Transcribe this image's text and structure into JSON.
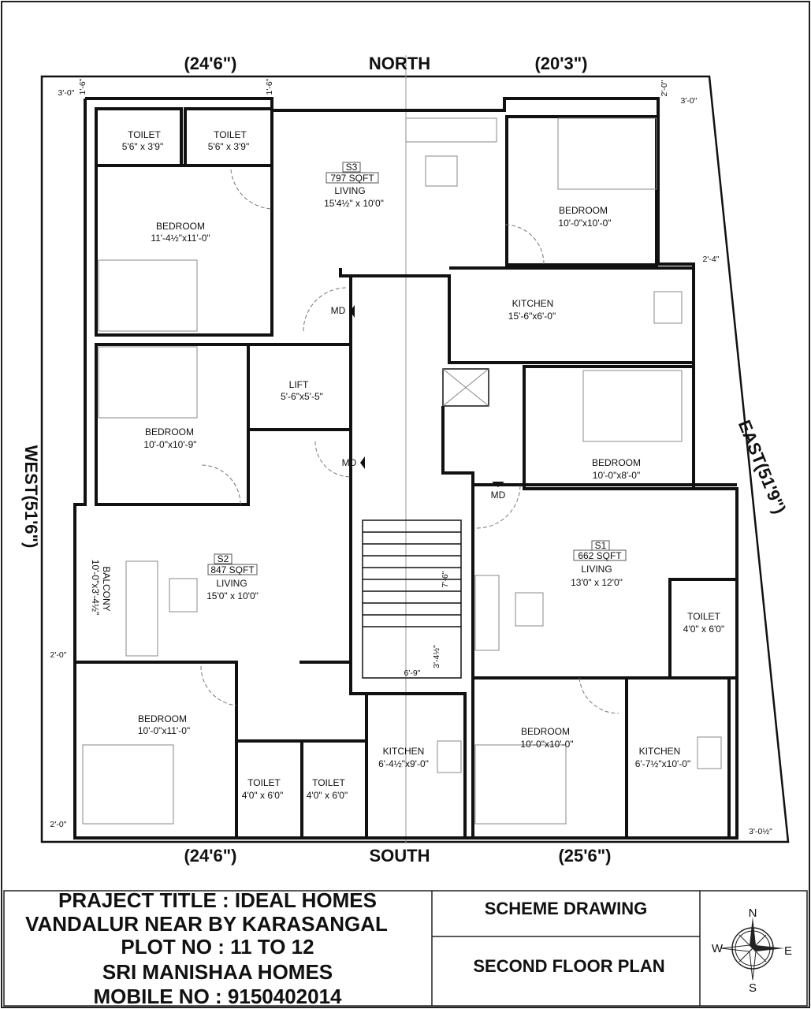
{
  "directions": {
    "north": "NORTH",
    "south": "SOUTH",
    "west": "WEST(51'6\")",
    "east": "EAST(51'9\")",
    "top_left_width": "(24'6\")",
    "top_right_width": "(20'3\")",
    "bottom_left_width": "(24'6\")",
    "bottom_right_width": "(25'6\")"
  },
  "setbacks": {
    "nw_side": "3'-0\"",
    "nw_front": "1'-6\"",
    "n_mid": "1'-6\"",
    "ne_front": "2'-0\"",
    "ne_side": "3'-0\"",
    "e_mid": "2'-4\"",
    "w_mid": "2'-0\"",
    "w_bottom": "2'-0\"",
    "se_side": "3'-0½\""
  },
  "units": {
    "s3": {
      "name": "S3",
      "area": "797 SQFT",
      "living": "LIVING",
      "living_size": "15'4½\" x 10'0\""
    },
    "s2": {
      "name": "S2",
      "area": "847 SQFT",
      "living": "LIVING",
      "living_size": "15'0\" x 10'0\""
    },
    "s1": {
      "name": "S1",
      "area": "662 SQFT",
      "living": "LIVING",
      "living_size": "13'0\" x 12'0\""
    }
  },
  "rooms": {
    "toilet_nw1": {
      "label": "TOILET",
      "size": "5'6\" x 3'9\""
    },
    "toilet_nw2": {
      "label": "TOILET",
      "size": "5'6\" x 3'9\""
    },
    "bedroom_nw": {
      "label": "BEDROOM",
      "size": "11'-4½\"x11'-0\""
    },
    "bedroom_ne": {
      "label": "BEDROOM",
      "size": "10'-0\"x10'-0\""
    },
    "kitchen_ne": {
      "label": "KITCHEN",
      "size": "15'-6\"x6'-0\""
    },
    "lift": {
      "label": "LIFT",
      "size": "5'-6\"x5'-5\""
    },
    "bedroom_w": {
      "label": "BEDROOM",
      "size": "10'-0\"x10'-9\""
    },
    "bedroom_e": {
      "label": "BEDROOM",
      "size": "10'-0\"x8'-0\""
    },
    "balcony": {
      "label": "BALCONY",
      "size": "10'-0\"x3'-4½\""
    },
    "toilet_e": {
      "label": "TOILET",
      "size": "4'0\" x 6'0\""
    },
    "bedroom_sw": {
      "label": "BEDROOM",
      "size": "10'-0\"x11'-0\""
    },
    "toilet_s1": {
      "label": "TOILET",
      "size": "4'0\" x 6'0\""
    },
    "toilet_s2": {
      "label": "TOILET",
      "size": "4'0\" x 6'0\""
    },
    "kitchen_s": {
      "label": "KITCHEN",
      "size": "6'-4½\"x9'-0\""
    },
    "bedroom_s": {
      "label": "BEDROOM",
      "size": "10'-0\"x10'-0\""
    },
    "kitchen_se": {
      "label": "KITCHEN",
      "size": "6'-7½\"x10'-0\""
    }
  },
  "stair": {
    "length": "7'-6\"",
    "landing": "3'-4½\"",
    "width": "6'-9\""
  },
  "main_door_label": "MD",
  "title_block": {
    "lines": [
      "PRAJECT TITLE : IDEAL HOMES",
      "VANDALUR NEAR BY KARASANGAL",
      "PLOT NO : 11 TO 12",
      "SRI MANISHAA HOMES",
      "MOBILE NO : 9150402014"
    ],
    "drawing_type": "SCHEME DRAWING",
    "sheet_title": "SECOND FLOOR PLAN"
  },
  "compass": {
    "n": "N",
    "s": "S",
    "e": "E",
    "w": "W"
  }
}
